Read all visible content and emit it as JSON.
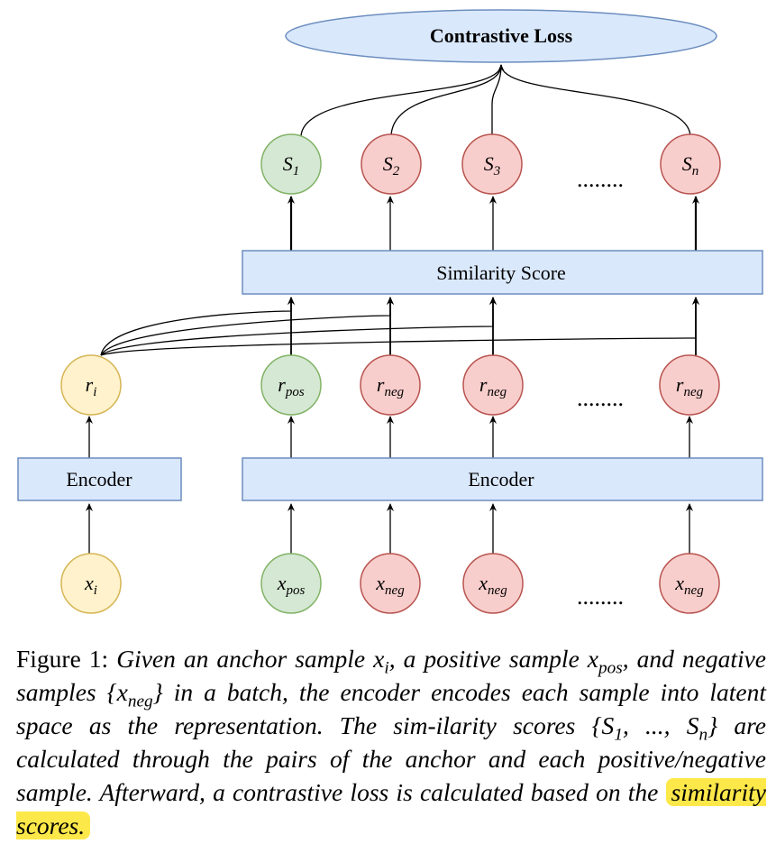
{
  "loss_label": "Contrastive Loss",
  "similarity_label": "Similarity Score",
  "encoder_left_label": "Encoder",
  "encoder_right_label": "Encoder",
  "dots": "........",
  "score_nodes": [
    {
      "main": "S",
      "sub": "1",
      "color": "green"
    },
    {
      "main": "S",
      "sub": "2",
      "color": "red"
    },
    {
      "main": "S",
      "sub": "3",
      "color": "red"
    },
    {
      "main": "S",
      "sub": "n",
      "color": "red"
    }
  ],
  "rep_nodes": [
    {
      "main": "r",
      "sub": "i",
      "color": "yellow"
    },
    {
      "main": "r",
      "sub": "pos",
      "color": "green"
    },
    {
      "main": "r",
      "sub": "neg",
      "color": "red"
    },
    {
      "main": "r",
      "sub": "neg",
      "color": "red"
    },
    {
      "main": "r",
      "sub": "neg",
      "color": "red"
    }
  ],
  "input_nodes": [
    {
      "main": "x",
      "sub": "i",
      "color": "yellow"
    },
    {
      "main": "x",
      "sub": "pos",
      "color": "green"
    },
    {
      "main": "x",
      "sub": "neg",
      "color": "red"
    },
    {
      "main": "x",
      "sub": "neg",
      "color": "red"
    },
    {
      "main": "x",
      "sub": "neg",
      "color": "red"
    }
  ],
  "colors": {
    "green_fill": "#d5e8d4",
    "green_stroke": "#82b366",
    "red_fill": "#f8cecc",
    "red_stroke": "#b85450",
    "yellow_fill": "#fff2cc",
    "yellow_stroke": "#d6b656",
    "blue_fill": "#dae8fc",
    "blue_stroke": "#6c8ebf",
    "highlight": "#fde84a"
  },
  "caption": {
    "figure_label": "Figure 1:",
    "t1": "Given an anchor sample",
    "m1": "x",
    "m1_sub": "i",
    "t2": ", a positive sample",
    "m2": "x",
    "m2_sub": "pos",
    "t3": ",",
    "t4": "and negative samples",
    "m3": "{x",
    "m3_sub": "neg",
    "m3_end": "}",
    "t5": "in a batch, the encoder encodes each sample into latent space as the representation. The sim-ilarity scores",
    "m4_open": "{S",
    "m4_sub1": "1",
    "m4_mid": ", ..., S",
    "m4_sub2": "n",
    "m4_close": "}",
    "t6": "are calculated through the pairs of the anchor and each positive/negative sample. Afterward, a contrastive loss is calculated based on the",
    "highlight": "similarity scores."
  }
}
